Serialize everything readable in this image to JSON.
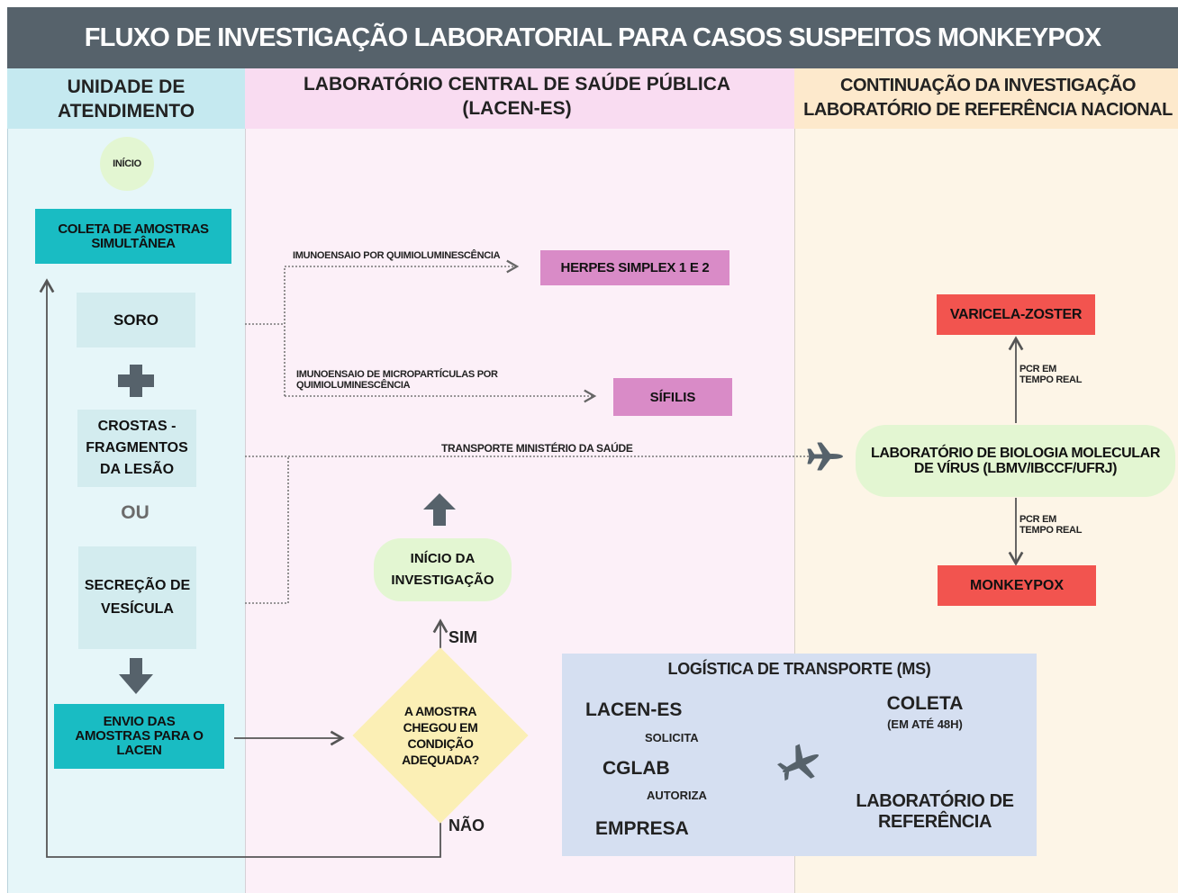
{
  "title": "FLUXO DE INVESTIGAÇÃO LABORATORIAL PARA CASOS SUSPEITOS MONKEYPOX",
  "columns": {
    "unidade": "UNIDADE DE ATENDIMENTO",
    "lacen_line1": "LABORATÓRIO CENTRAL DE SAÚDE PÚBLICA",
    "lacen_line2": "(LACEN-ES)",
    "referencia_line1": "CONTINUAÇÃO DA INVESTIGAÇÃO",
    "referencia_line2": "LABORATÓRIO DE REFERÊNCIA NACIONAL"
  },
  "unidade": {
    "inicio": "INÍCIO",
    "coleta": "COLETA DE AMOSTRAS SIMULTÂNEA",
    "soro": "SORO",
    "crostas": "CROSTAS - FRAGMENTOS DA LESÃO",
    "ou": "OU",
    "secrecao": "SECREÇÃO DE VESÍCULA",
    "envio": "ENVIO DAS AMOSTRAS PARA O LACEN"
  },
  "lacen": {
    "imunoensaio1": "IMUNOENSAIO POR QUIMIOLUMINESCÊNCIA",
    "herpes": "HERPES SIMPLEX 1 E 2",
    "imunoensaio2_line1": "IMUNOENSAIO DE MICROPARTÍCULAS POR",
    "imunoensaio2_line2": "QUIMIOLUMINESCÊNCIA",
    "sifilis": "SÍFILIS",
    "transporte": "TRANSPORTE MINISTÉRIO DA SAÚDE",
    "inicio_investigacao": "INÍCIO DA INVESTIGAÇÃO",
    "sim": "SIM",
    "decisao": "A AMOSTRA CHEGOU EM CONDIÇÃO ADEQUADA?",
    "nao": "NÃO"
  },
  "logistica": {
    "title": "LOGÍSTICA DE TRANSPORTE (MS)",
    "lacen_es": "LACEN-ES",
    "solicita": "SOLICITA",
    "cglab": "CGLAB",
    "autoriza": "AUTORIZA",
    "empresa": "EMPRESA",
    "coleta": "COLETA",
    "coleta_sub": "(EM ATÉ 48H)",
    "lab_ref": "LABORATÓRIO DE REFERÊNCIA"
  },
  "referencia": {
    "varicela": "VARICELA-ZOSTER",
    "pcr1_line1": "PCR EM",
    "pcr1_line2": "TEMPO REAL",
    "lbmv": "LABORATÓRIO DE BIOLOGIA MOLECULAR DE VÍRUS (LBMV/IBCCF/UFRJ)",
    "pcr2_line1": "PCR EM",
    "pcr2_line2": "TEMPO REAL",
    "monkeypox": "MONKEYPOX"
  },
  "colors": {
    "title_bar": "#56626b",
    "column_unidade": "#e6f6f9",
    "column_lacen": "#fcf0f8",
    "column_referencia": "#fdf5e7",
    "teal": "#19bcc3",
    "pink": "#d98bc7",
    "red": "#f2544f",
    "green": "#e3f6d2",
    "yellow": "#fbefb5",
    "logistics_panel": "#d5dff1"
  }
}
